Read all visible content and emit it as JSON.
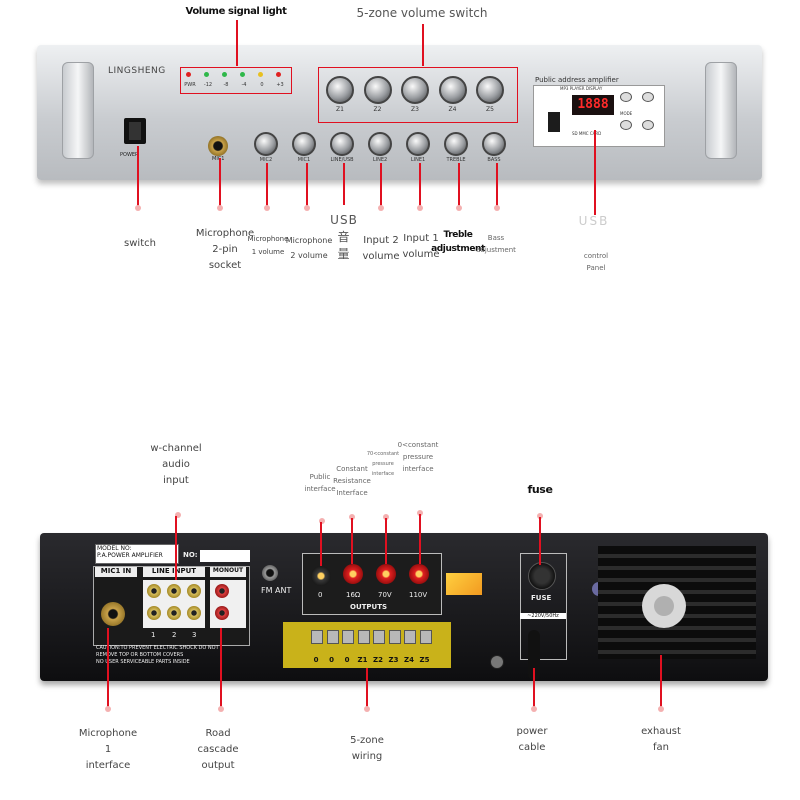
{
  "front": {
    "brand": "LINGSHENG",
    "power_label": "POWER",
    "mic1_label": "MIC1",
    "model_label": "Public address amplifier",
    "display_value": "1888",
    "display_caption": "MP3 PLAYER DISPLAY",
    "mode_label": "MODE",
    "sd_label": "SD MMC CARD",
    "led_labels": [
      "PWR",
      "-12",
      "-8",
      "-4",
      "0",
      "+3"
    ],
    "led_colors": [
      "#e02020",
      "#2fb84a",
      "#2fb84a",
      "#2fb84a",
      "#e8c020",
      "#e02020"
    ],
    "zone_knobs": [
      "Z1",
      "Z2",
      "Z3",
      "Z4",
      "Z5"
    ],
    "lower_knobs": [
      "MIC2",
      "MIC1",
      "LINE/USB",
      "LINE2",
      "LINE1",
      "TREBLE",
      "BASS"
    ]
  },
  "front_callouts": {
    "volume_signal_light": "Volume signal light",
    "zone_volume_switch": "5-zone volume switch",
    "switch": "switch",
    "microphone_socket": "Microphone\n2-pin\nsocket",
    "microphone_1_volume": "Microphone\n1 volume",
    "microphone_2_volume": "Microphone\n2 volume",
    "usb_volume": "USB\n音\n量",
    "input_2_volume": "Input 2\nvolume",
    "input_1_volume": "Input 1\nvolume",
    "treble_adjustment": "Treble\nadjustment",
    "bass_adjustment": "Bass\nadjustment",
    "usb_panel_title": "USB",
    "control_panel": "control\nPanel"
  },
  "rear": {
    "model_no": "MODEL NO:",
    "model_name": "P.A.POWER AMPLIFIER",
    "no_label": "NO:",
    "mic1_in": "MIC1 IN",
    "line_input": "LINE INPUT",
    "monout": "MONOUT",
    "line_numbers": [
      "1",
      "2",
      "3"
    ],
    "caution": "CAUTION:TO PREVENT ELECTRIC SHOCK DO NOT\nREMOVE TOP OR BOTTOM COVERS\nNO USER SERVICEABLE PARTS INSIDE",
    "fm_ant": "FM ANT",
    "output_values": [
      "0",
      "16Ω",
      "70V",
      "110V"
    ],
    "outputs_label": "OUTPUTS",
    "terminal_labels": [
      "0",
      "0",
      "0",
      "Z1",
      "Z2",
      "Z3",
      "Z4",
      "Z5"
    ],
    "fuse_label": "FUSE",
    "mains_label": "~220V/50Hz"
  },
  "rear_callouts": {
    "channel_audio_input": "w-channel\naudio\ninput",
    "public_interface": "Public\ninterface",
    "constant_resistance": "Constant\nResistance\nInterface",
    "constant_pressure_70": "70<constant\npressure\ninterface",
    "constant_pressure_110": "0<constant\npressure\ninterface",
    "fuse": "fuse",
    "microphone_1_interface": "Microphone\n1\ninterface",
    "road_cascade_output": "Road\ncascade\noutput",
    "zone_wiring": "5-zone\nwiring",
    "power_cable": "power\ncable",
    "exhaust_fan": "exhaust\nfan"
  }
}
